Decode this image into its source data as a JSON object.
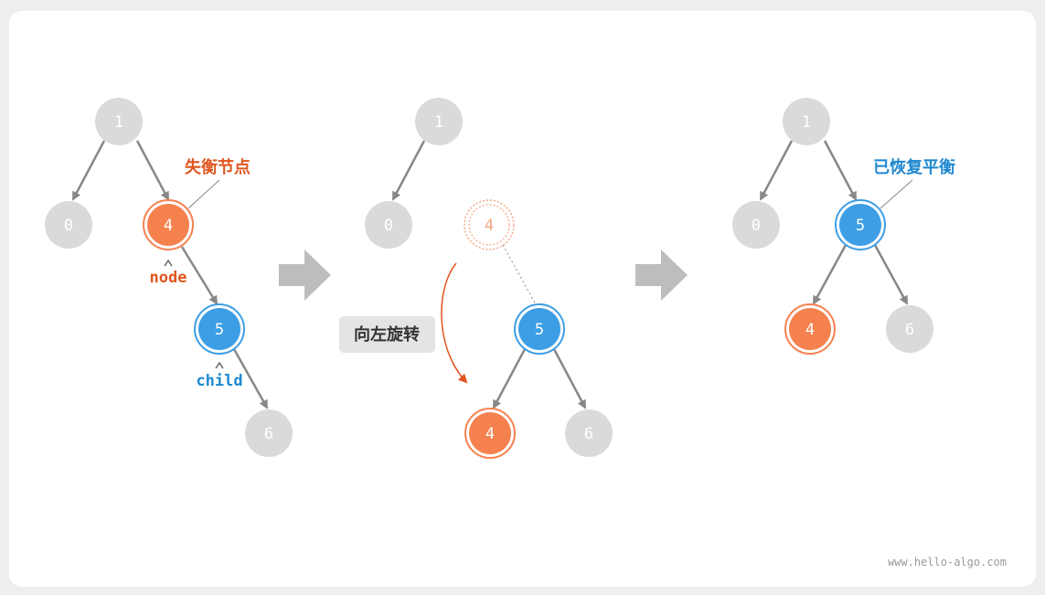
{
  "colors": {
    "gray_node": "#dadada",
    "gray_text": "#ffffff",
    "orange": "#f5814f",
    "orange_text": "#e0561f",
    "blue": "#3d9ee5",
    "blue_text": "#1e88cf",
    "edge": "#888888",
    "arrow": "#bdbdbd",
    "button_bg": "#e4e4e4"
  },
  "icons": {
    "step_arrow": "arrow-right-icon",
    "rotate_arrow": "curved-arrow-icon"
  },
  "panel1": {
    "nodes": {
      "n1": "1",
      "n0": "0",
      "n4": "4",
      "n5": "5",
      "n6": "6"
    },
    "imbalanced_label": "失衡节点",
    "node_label": "node",
    "child_label": "child"
  },
  "panel2": {
    "nodes": {
      "n1": "1",
      "n0": "0",
      "n4_ghost": "4",
      "n5": "5",
      "n4": "4",
      "n6": "6"
    },
    "rotate_label": "向左旋转"
  },
  "panel3": {
    "nodes": {
      "n1": "1",
      "n0": "0",
      "n5": "5",
      "n4": "4",
      "n6": "6"
    },
    "balanced_label": "已恢复平衡"
  },
  "watermark": "www.hello-algo.com"
}
